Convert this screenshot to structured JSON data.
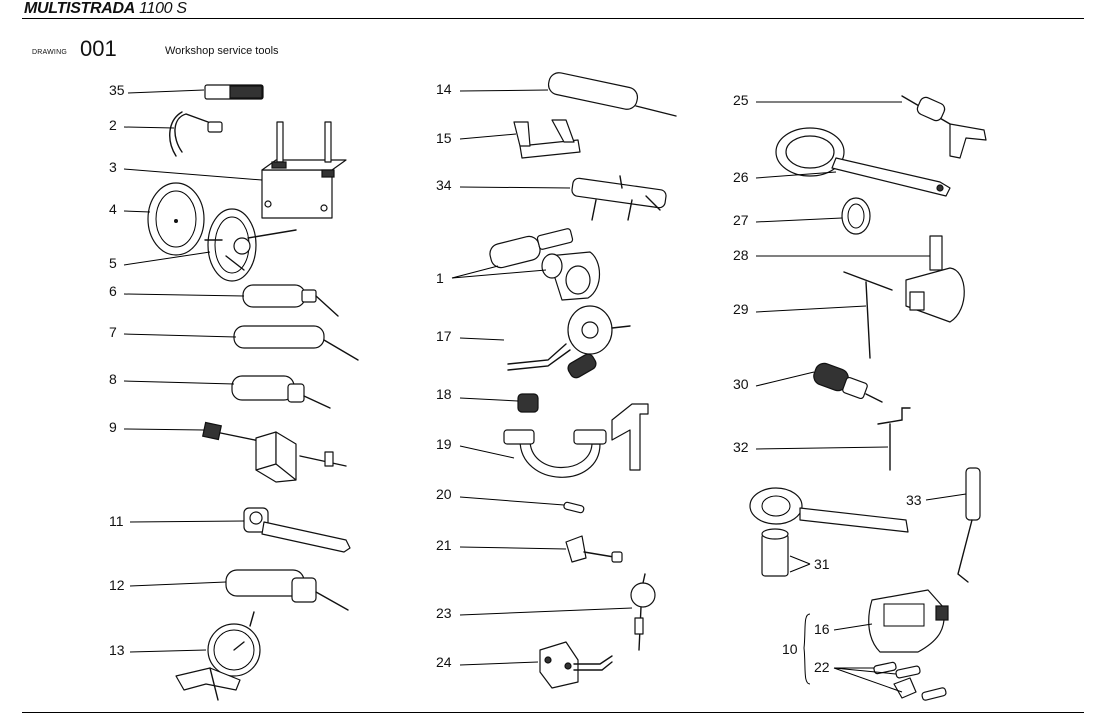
{
  "header": {
    "brand": "MULTISTRADA",
    "model": "1100 S"
  },
  "drawing": {
    "label": "DRAWING",
    "number": "001",
    "title": "Workshop service tools"
  },
  "parts": {
    "p35": "35",
    "p2": "2",
    "p3": "3",
    "p4": "4",
    "p5": "5",
    "p6": "6",
    "p7": "7",
    "p8": "8",
    "p9": "9",
    "p11": "11",
    "p12": "12",
    "p13": "13",
    "p14": "14",
    "p15": "15",
    "p34": "34",
    "p1": "1",
    "p17": "17",
    "p18": "18",
    "p19": "19",
    "p20": "20",
    "p21": "21",
    "p23": "23",
    "p24": "24",
    "p25": "25",
    "p26": "26",
    "p27": "27",
    "p28": "28",
    "p29": "29",
    "p30": "30",
    "p32": "32",
    "p33": "33",
    "p31": "31",
    "p10": "10",
    "p16": "16",
    "p22": "22"
  }
}
